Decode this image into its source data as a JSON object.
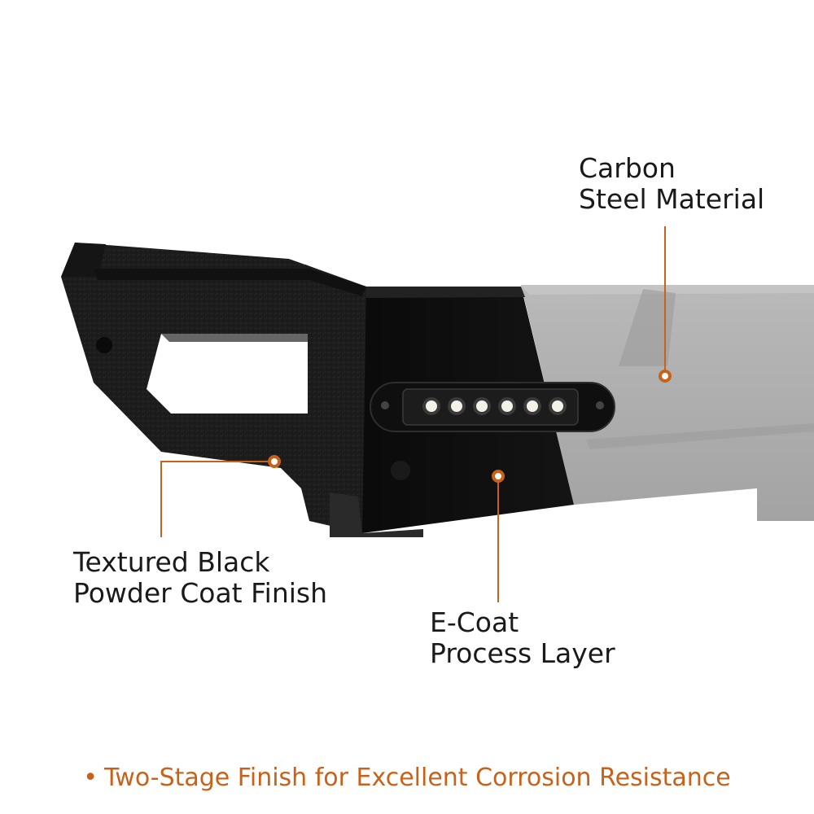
{
  "callouts": {
    "carbon": {
      "line1": "Carbon",
      "line2": "Steel Material"
    },
    "textured": {
      "line1": "Textured Black",
      "line2": "Powder Coat Finish"
    },
    "ecoat": {
      "line1": "E-Coat",
      "line2": "Process Layer"
    }
  },
  "footer": {
    "bullet": "•",
    "text": "Two-Stage Finish for Excellent Corrosion Resistance"
  },
  "colors": {
    "accent": "#c8621b",
    "black_coat": "#0d0d0d",
    "raw_steel": "#a9a9a9",
    "text": "#1a1a1a"
  },
  "light_bar": {
    "led_count": 6
  }
}
